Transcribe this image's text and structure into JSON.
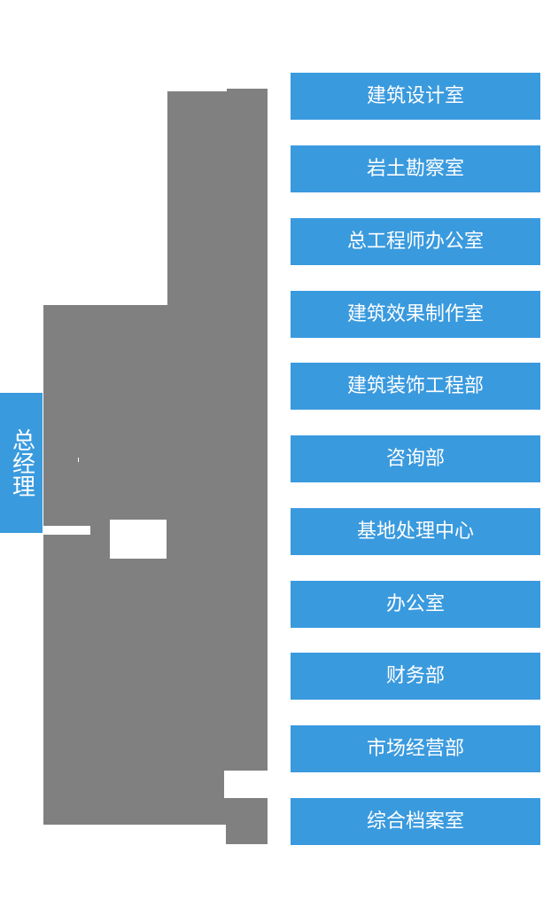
{
  "diagram": {
    "type": "organization-chart",
    "title": "",
    "orientation": "horizontal-left-to-right",
    "colors": {
      "node_fill": "#3a9ade",
      "node_text": "#ffffff",
      "connector": "#808080",
      "background": "#ffffff"
    },
    "root": {
      "label": "总经理",
      "text_direction": "vertical"
    },
    "children": [
      {
        "label": "建筑设计室"
      },
      {
        "label": "岩土勘察室"
      },
      {
        "label": "总工程师办公室"
      },
      {
        "label": "建筑效果制作室"
      },
      {
        "label": "建筑装饰工程部"
      },
      {
        "label": "咨询部"
      },
      {
        "label": "基地处理中心"
      },
      {
        "label": "办公室"
      },
      {
        "label": "财务部"
      },
      {
        "label": "市场经营部"
      },
      {
        "label": "综合档案室"
      }
    ]
  }
}
